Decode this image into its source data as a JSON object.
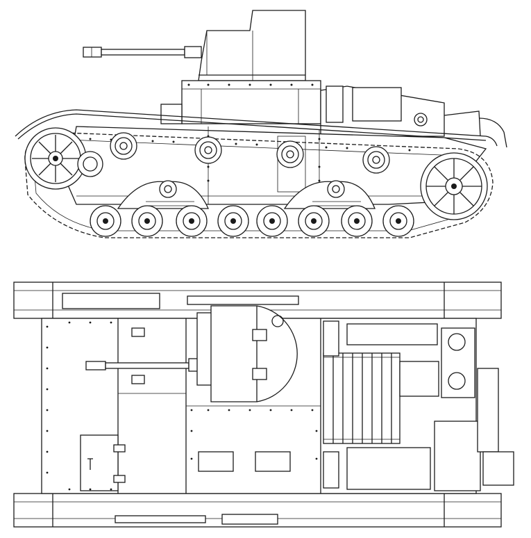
{
  "drawing": {
    "views": [
      {
        "name": "side-elevation"
      },
      {
        "name": "top-plan"
      }
    ],
    "colors": {
      "line": "#1a1a1a",
      "paper": "#ffffff",
      "shade": "#d9d9d9"
    },
    "road_wheels": 8,
    "upper_return_rollers": 4
  }
}
